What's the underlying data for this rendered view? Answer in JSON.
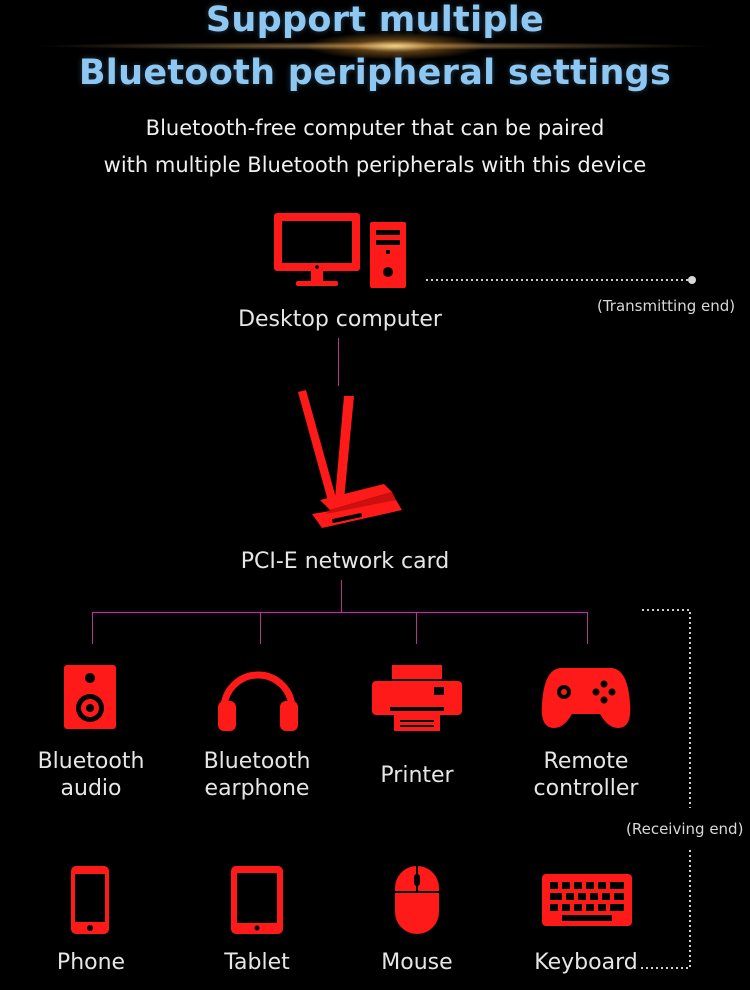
{
  "title": {
    "line1": "Support multiple",
    "line2": "Bluetooth peripheral settings"
  },
  "subtitle": {
    "line1": "Bluetooth-free computer that can be paired",
    "line2": "with multiple Bluetooth peripherals with this device"
  },
  "source": {
    "label": "Desktop computer",
    "note": "(Transmitting end)",
    "icon": "desktop-computer-icon"
  },
  "adapter": {
    "label": "PCI-E network card",
    "icon": "pcie-card-icon"
  },
  "receiving_note": "(Receiving end)",
  "devices_row1": [
    {
      "label_l1": "Bluetooth",
      "label_l2": "audio",
      "icon": "speaker-icon"
    },
    {
      "label_l1": "Bluetooth",
      "label_l2": "earphone",
      "icon": "headphones-icon"
    },
    {
      "label_l1": "Printer",
      "label_l2": "",
      "icon": "printer-icon"
    },
    {
      "label_l1": "Remote",
      "label_l2": "controller",
      "icon": "gamepad-icon"
    }
  ],
  "devices_row2": [
    {
      "label": "Phone",
      "icon": "phone-icon"
    },
    {
      "label": "Tablet",
      "icon": "tablet-icon"
    },
    {
      "label": "Mouse",
      "icon": "mouse-icon"
    },
    {
      "label": "Keyboard",
      "icon": "keyboard-icon"
    }
  ],
  "colors": {
    "icon_red": "#ff1a1a",
    "title_blue": "#8ec8f2",
    "line_purple": "#b03a8c"
  }
}
